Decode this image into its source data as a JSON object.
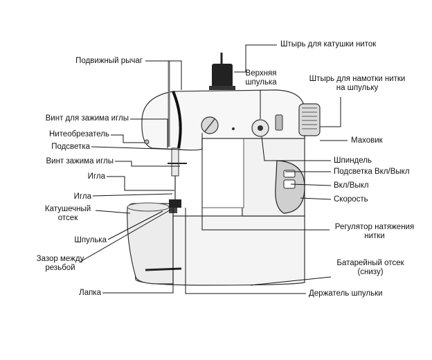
{
  "labels": {
    "spool_pin": "Штырь для катушки ниток",
    "movable_lever": "Подвижный рычаг",
    "upper_bobbin": "Верхняя\nшпулька",
    "winder_pin": "Штырь для намотки нитки\nна шпульку",
    "needle_clamp_screw_left": "Винт для зажима иглы",
    "handwheel": "Маховик",
    "thread_cutter": "Нитеобрезатель",
    "light": "Подсветка",
    "spindle": "Шпиндель",
    "needle_clamp_screw": "Винт зажима иглы",
    "light_onoff": "Подсветка Вкл/Выкл",
    "needle_1": "Игла",
    "onoff": "Вкл/Выкл",
    "needle_2": "Игла",
    "speed": "Скорость",
    "bobbin_compartment": "Катушечный\nотсек",
    "tension_regulator": "Регулятор натяжения\nнитки",
    "bobbin": "Шпулька",
    "thread_gap": "Зазор между\nрезьбой",
    "battery_compartment": "Батарейный отсек\n(снизу)",
    "presser_foot": "Лапка",
    "bobbin_holder": "Держатель шпульки"
  }
}
